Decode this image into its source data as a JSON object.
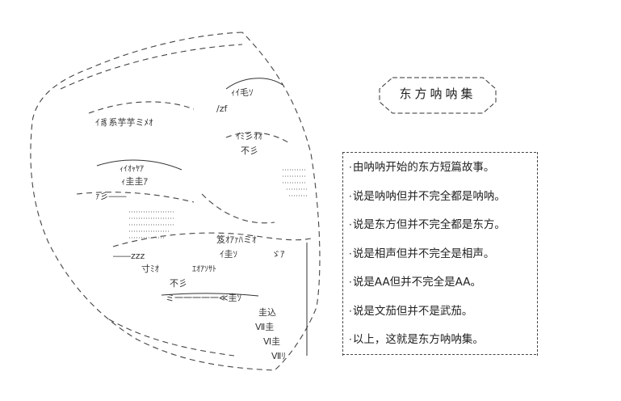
{
  "title": "东方呐呐集",
  "lines": [
    "由呐呐开始的东方短篇故事。",
    "说是呐呐但并不完全都是呐呐。",
    "说是东方但并不完全都是东方。",
    "说是相声但并不完全是相声。",
    "说是AA但并不完全是AA。",
    "说是文茄但并不是武茄。",
    "以上，这就是东方呐呐集。"
  ],
  "bullet": "·",
  "art_text": {
    "a1": "ｨｲ毛ｿ",
    "a2": "/zf",
    "a3": "ｲﾐ彡ｵｵ",
    "a4": "不彡",
    "a5": "ｲ豸系芋芋ミﾒｵ",
    "a6": "ｨｲｵｬﾔｱ",
    "a7": "ｨ圭圭ｱ",
    "a8": "ｧ彡――",
    "a9": "笈ｵｱｧﾊミｵ",
    "a10": "――zzz",
    "a11": "ｲ圭ｿ",
    "a12": "ゞｱ",
    "a13": "寸ﾐｵ",
    "a14": "ｴｵｱｿｻﾄ",
    "a15": "不彡",
    "a16": "ミ一一一一一≪圭ｿ",
    "a17": "圭込",
    "a18": "Ⅶ圭",
    "a19": "Ⅵ圭",
    "a20": "Ⅶﾘ"
  }
}
